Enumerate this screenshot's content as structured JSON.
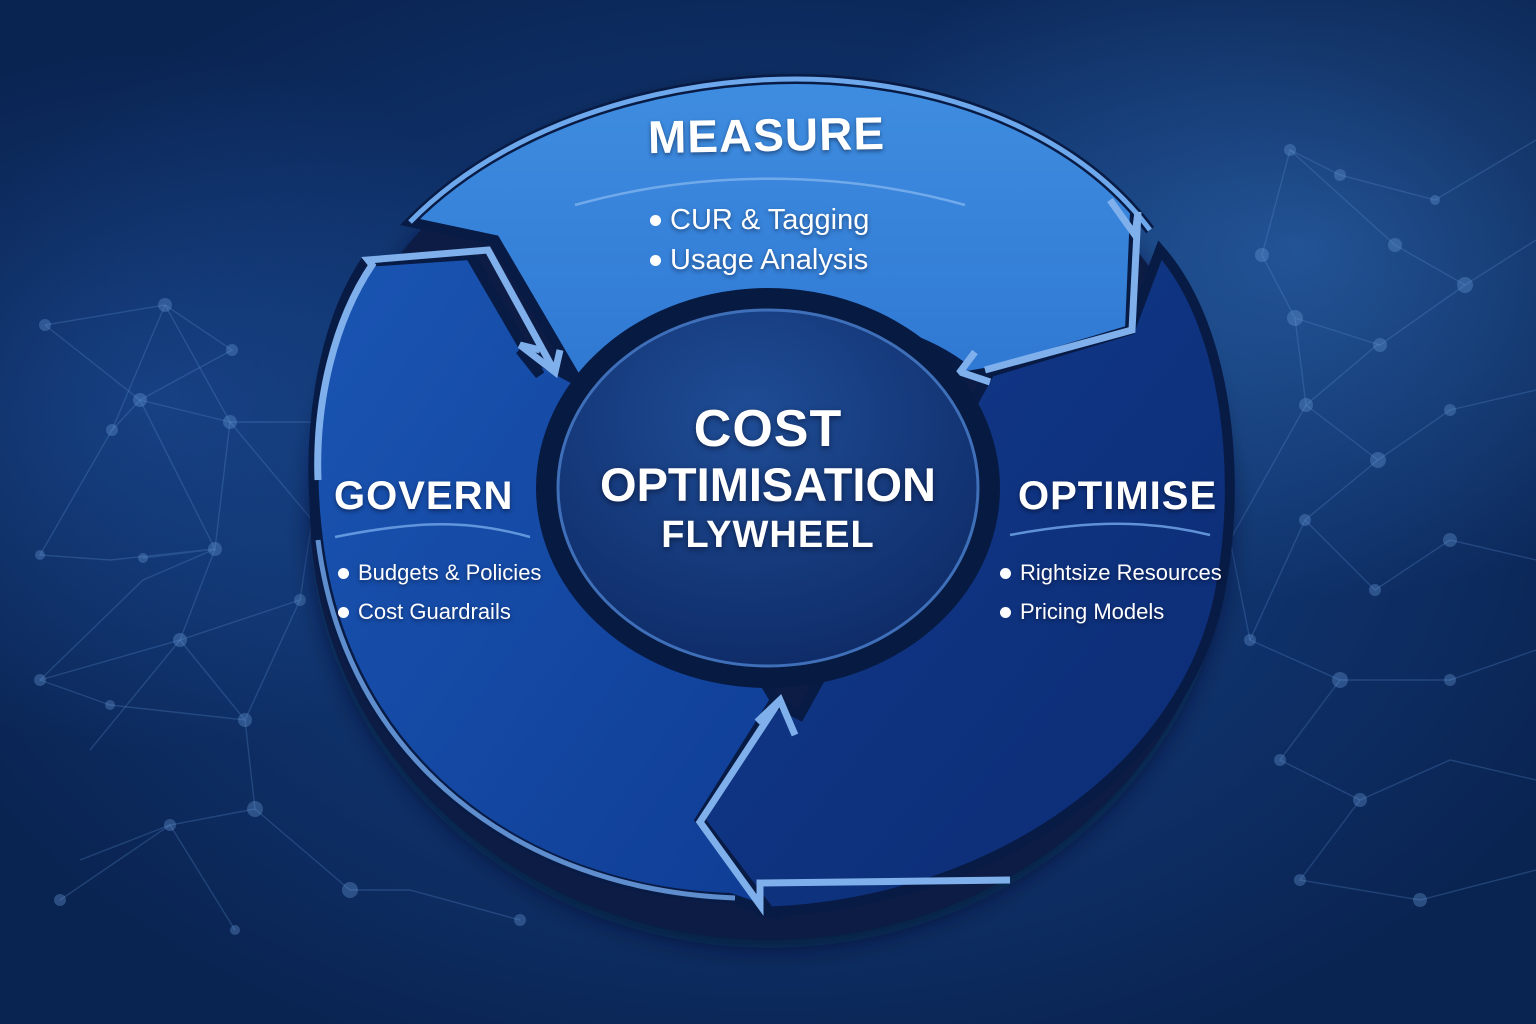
{
  "diagram": {
    "title_lines": [
      "COST",
      "OPTIMISATION",
      "FLYWHEEL"
    ],
    "stages": [
      {
        "id": "measure",
        "label": "MEASURE",
        "bullets": [
          "CUR & Tagging",
          "Usage Analysis"
        ],
        "color": "#3a86dc"
      },
      {
        "id": "optimise",
        "label": "OPTIMISE",
        "bullets": [
          "Rightsize Resources",
          "Pricing Models"
        ],
        "color": "#0f3383"
      },
      {
        "id": "govern",
        "label": "GOVERN",
        "bullets": [
          "Budgets & Policies",
          "Cost Guardrails"
        ],
        "color": "#1548a3"
      }
    ],
    "flow": [
      "MEASURE",
      "OPTIMISE",
      "GOVERN",
      "MEASURE"
    ]
  },
  "colors": {
    "background": "#0e2f66",
    "hub": "#10306e",
    "hub_ring": "#081b45",
    "arrow_outline": "#7fb0ec",
    "text": "#ffffff"
  }
}
